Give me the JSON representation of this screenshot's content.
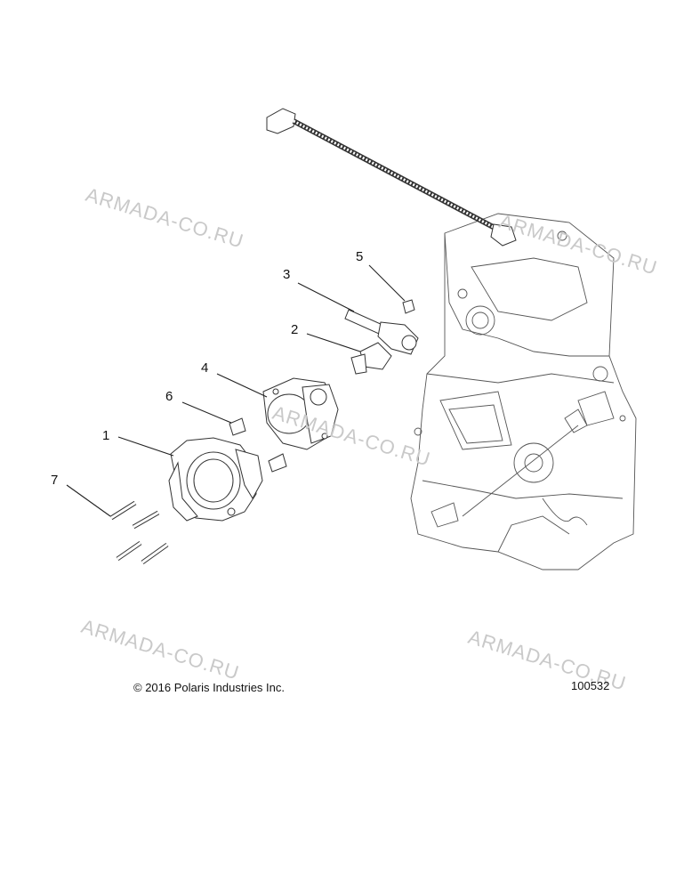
{
  "callouts": [
    "1",
    "2",
    "3",
    "4",
    "5",
    "6",
    "7"
  ],
  "watermark": "ARMADA-CO.RU",
  "copyright": "© 2016 Polaris Industries Inc.",
  "diagram_id": "100532",
  "colors": {
    "line": "#222222",
    "watermark": "#c9c9c9",
    "background": "#ffffff"
  }
}
